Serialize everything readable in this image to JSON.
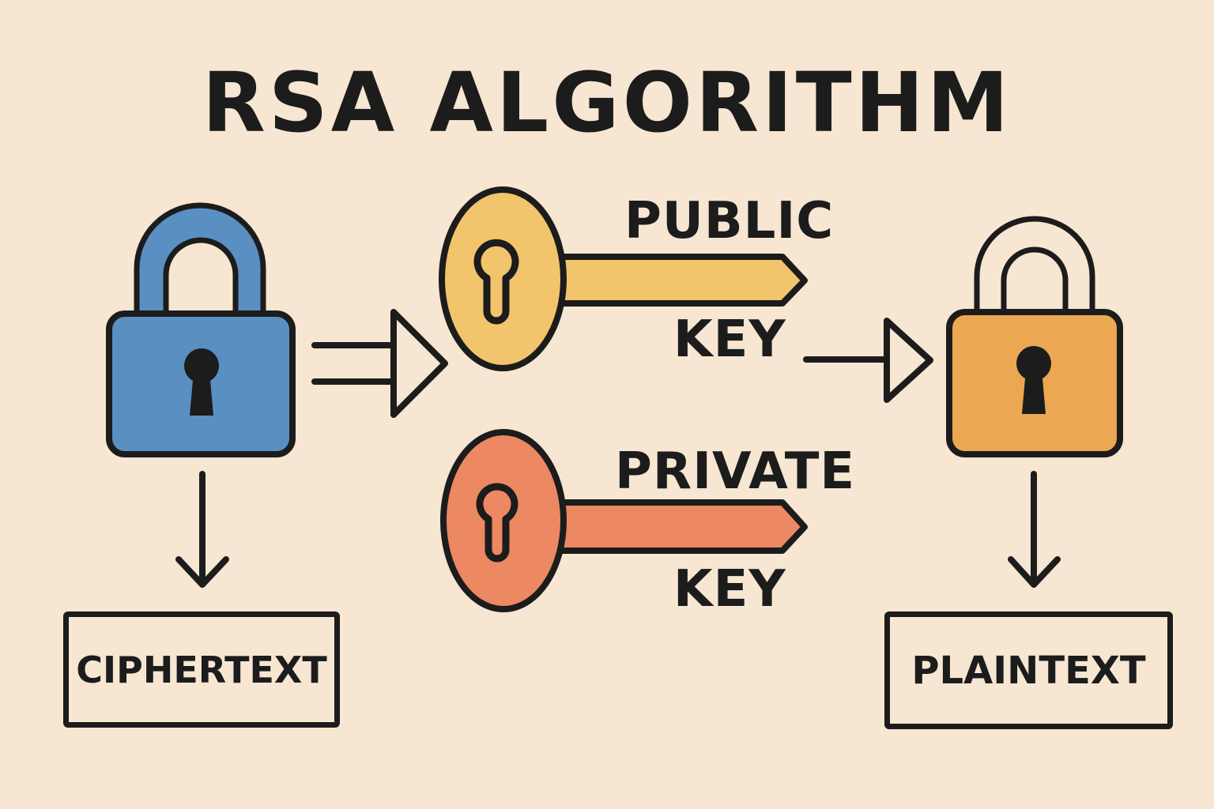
{
  "title": "RSA ALGORITHM",
  "keys": {
    "public": {
      "name": "PUBLIC",
      "suffix": "KEY",
      "color": "#f2c46c"
    },
    "private": {
      "name": "PRIVATE",
      "suffix": "KEY",
      "color": "#ec8862"
    }
  },
  "boxes": {
    "ciphertext": "CIPHERTEXT",
    "plaintext": "PLAINTEXT"
  },
  "locks": {
    "left": {
      "color": "#5a8fc2",
      "icon": "padlock-icon"
    },
    "right": {
      "color": "#eba752",
      "icon": "padlock-icon"
    }
  },
  "colors": {
    "background": "#f6e6d2",
    "stroke": "#1c1c1c"
  }
}
